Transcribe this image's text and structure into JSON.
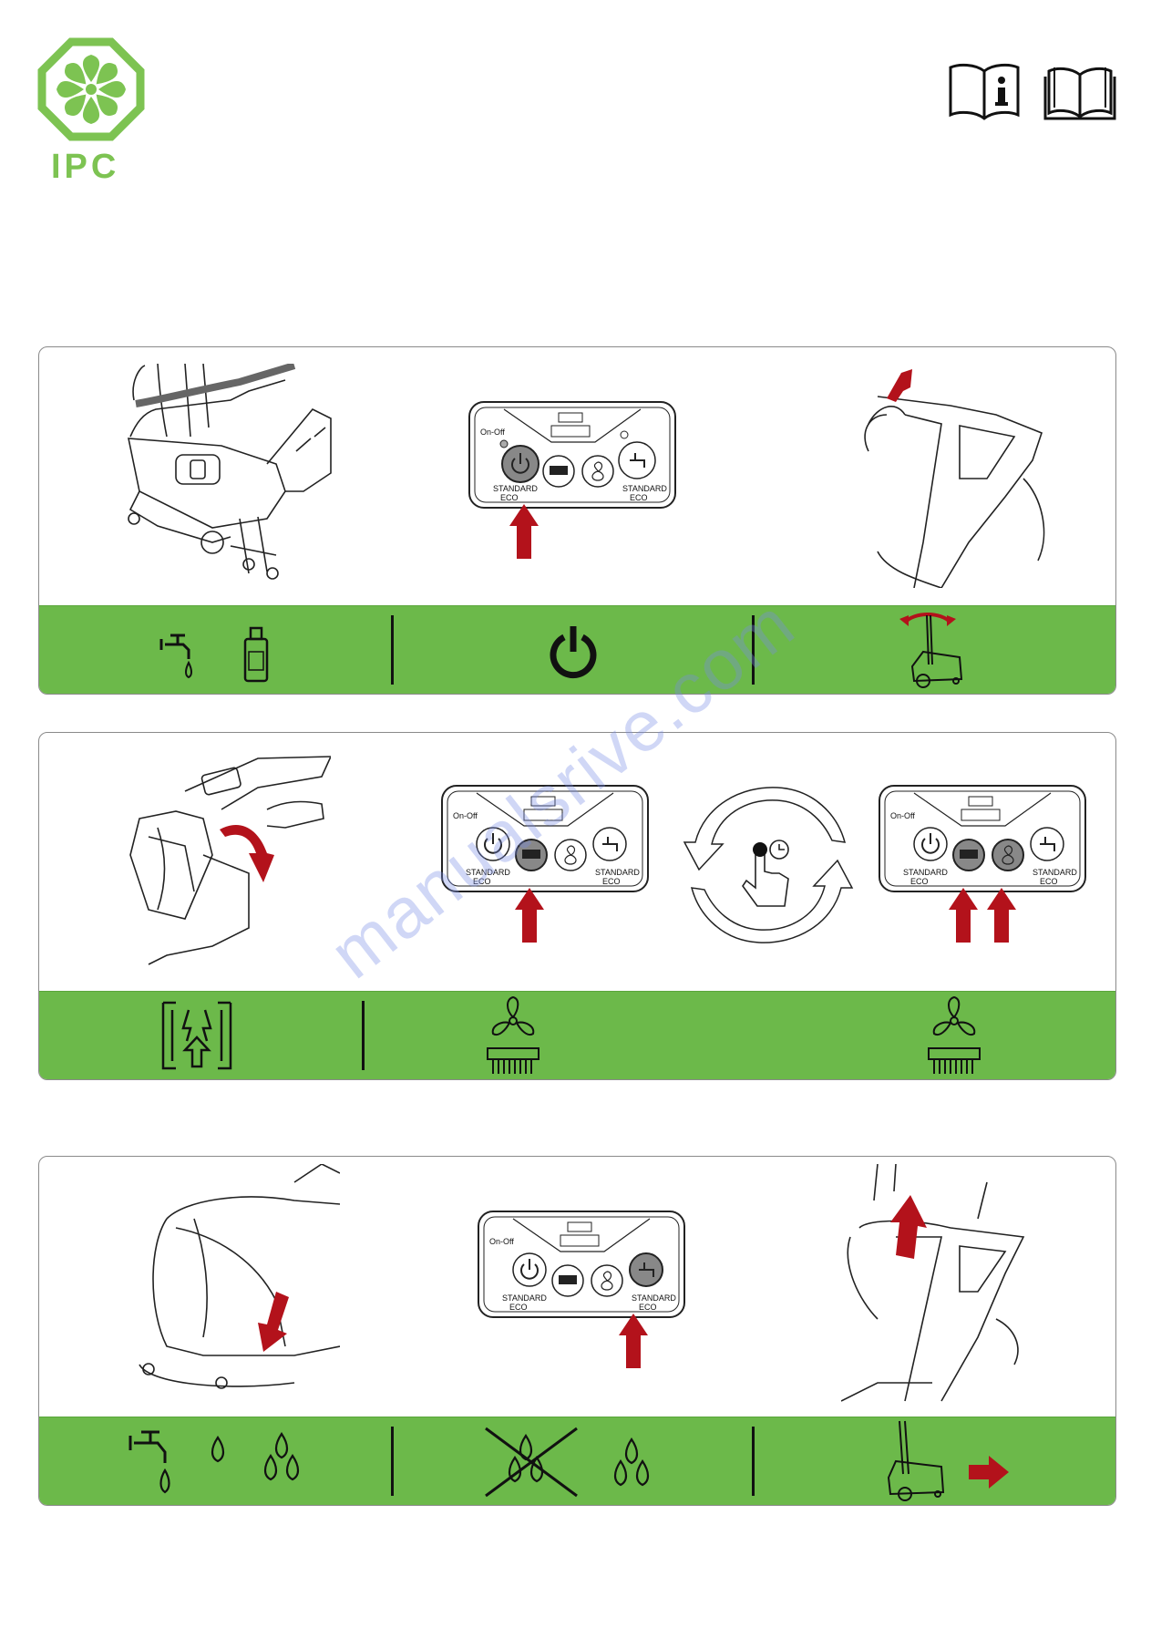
{
  "brand": {
    "name": "IPC",
    "color": "#7dc352"
  },
  "header_icons": [
    "manual-info-icon",
    "manual-book-icon"
  ],
  "control_panel": {
    "on_off_label": "On-Off",
    "standard_label": "STANDARD",
    "eco_label": "ECO"
  },
  "watermark": "manualsrive.com",
  "colors": {
    "strip": "#6cb94a",
    "arrow": "#b3121b",
    "panel_border": "#8a8a8a"
  },
  "sections": [
    {
      "id": "step-1",
      "strip_icons": [
        "tap-water-icon",
        "detergent-bottle-icon",
        "power-icon",
        "machine-tilt-icon"
      ]
    },
    {
      "id": "step-2",
      "strip_icons": [
        "squeegee-lower-icon",
        "brush-vacuum-icon",
        "brush-vacuum-icon"
      ]
    },
    {
      "id": "step-3",
      "strip_icons": [
        "water-flow-icon",
        "water-off-icon",
        "machine-move-icon"
      ]
    }
  ]
}
